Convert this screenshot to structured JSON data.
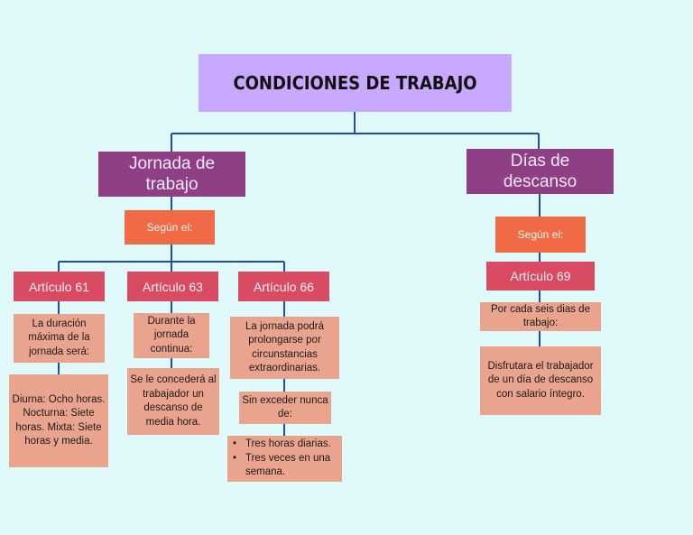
{
  "title": "CONDICIONES DE TRABAJO",
  "branches": {
    "jornada": {
      "label": "Jornada de trabajo",
      "segun": "Según el:",
      "articles": {
        "a61": {
          "label": "Artículo 61",
          "note1": "La duración máxima de la jornada será:",
          "note2": "Diurna: Ocho horas. Nocturna: Siete horas. Mixta: Siete horas y media."
        },
        "a63": {
          "label": "Artículo 63",
          "note1": "Durante la jornada continua:",
          "note2": "Se le concederá al trabajador un descanso de media hora."
        },
        "a66": {
          "label": "Artículo 66",
          "note1": "La jornada podrá prolongarse por circunstancias extraordinarias.",
          "note2": "Sin exceder nunca de:",
          "bullets": [
            "Tres horas diarias.",
            "Tres veces en una semana."
          ]
        }
      }
    },
    "dias": {
      "label": "Días de descanso",
      "segun": "Según el:",
      "articles": {
        "a69": {
          "label": "Artículo 69",
          "note1": "Por cada seis dias de trabajo:",
          "note2": "Disfrutara el trabajador de un día de descanso con salario íntegro."
        }
      }
    }
  },
  "colors": {
    "background": "#e0fafb",
    "title": "#c9a8ff",
    "main_node": "#8e3f86",
    "segun": "#f06a46",
    "article": "#d94a63",
    "note": "#eaa48e",
    "connector": "#1f4ea6"
  }
}
